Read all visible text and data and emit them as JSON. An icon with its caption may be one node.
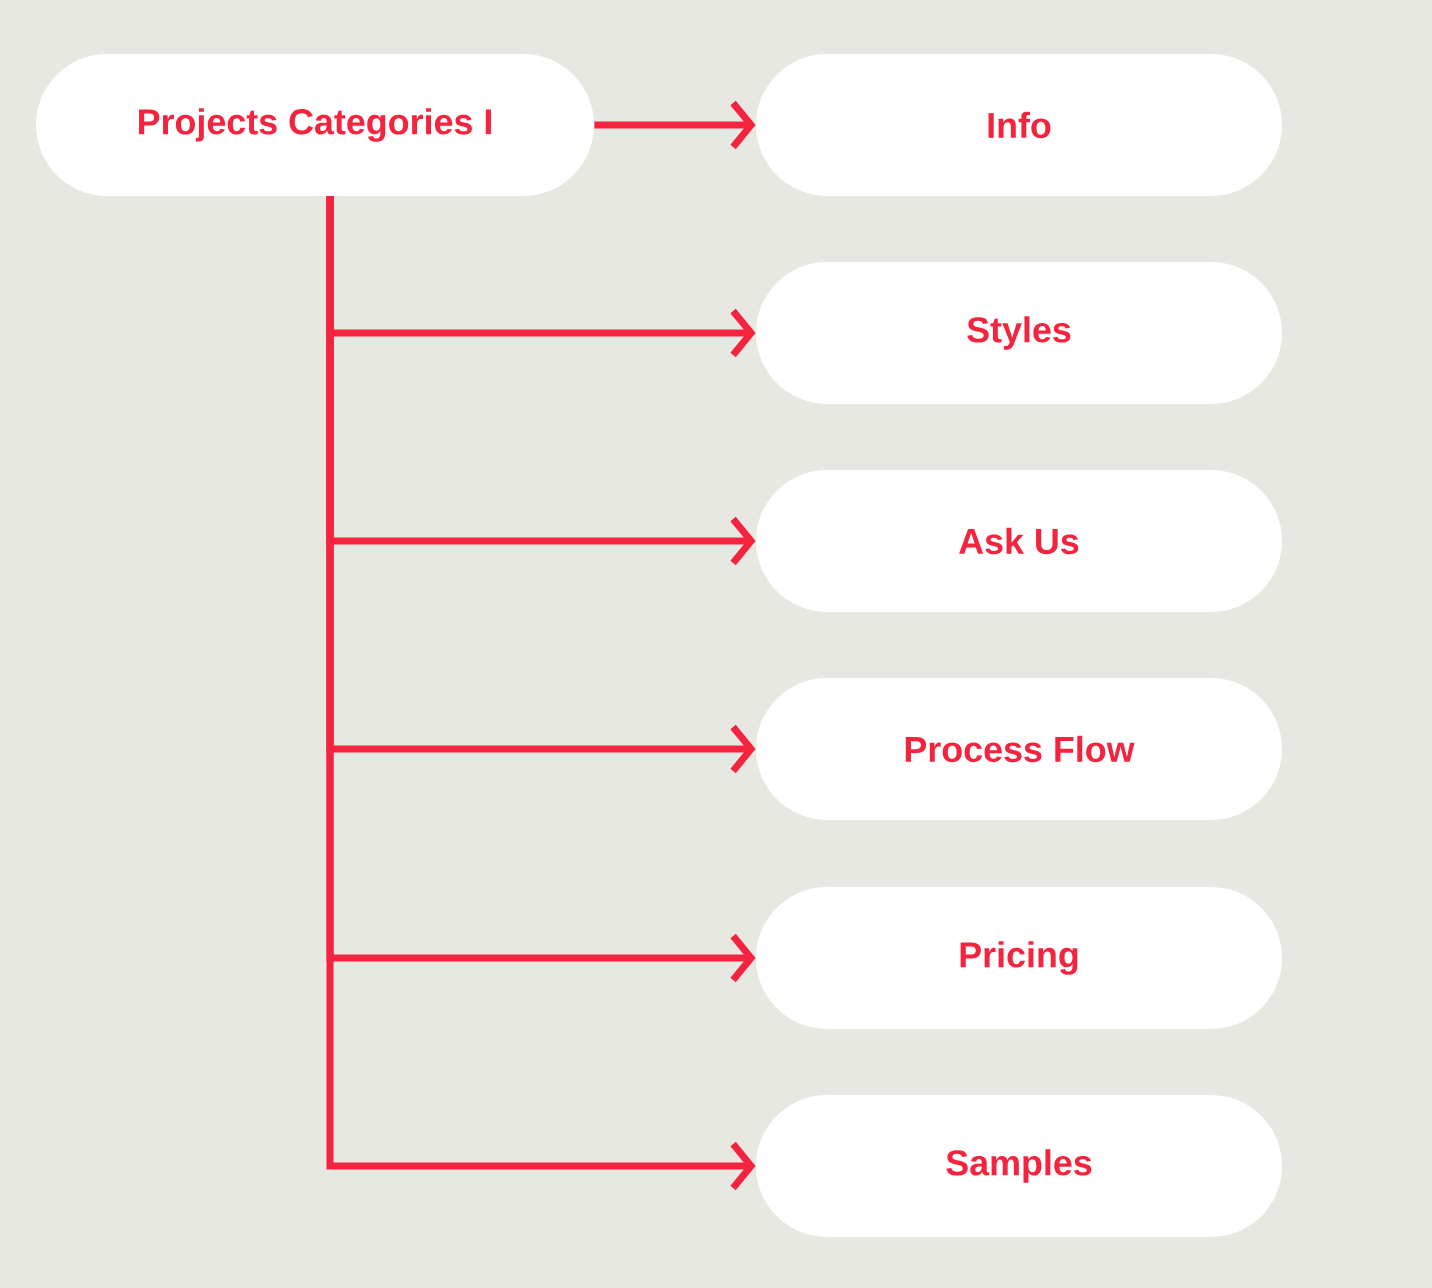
{
  "diagram": {
    "nodes": [
      {
        "text": [
          "Projects Categories I"
        ]
      },
      {
        "text": [
          "Info"
        ]
      },
      {
        "text": [
          "Styles"
        ]
      },
      {
        "text": [
          "Ask Us"
        ]
      },
      {
        "text": [
          "Process Flow"
        ]
      },
      {
        "text": [
          "Pricing"
        ]
      },
      {
        "text": [
          "Samples"
        ]
      }
    ],
    "edges": [
      {
        "from": 0,
        "to": 1,
        "arrow": "to"
      },
      {
        "from": 0,
        "to": 2,
        "arrow": "to"
      },
      {
        "from": 0,
        "to": 3,
        "arrow": "to"
      },
      {
        "from": 0,
        "to": 4,
        "arrow": "to"
      },
      {
        "from": 0,
        "to": 5,
        "arrow": "to"
      },
      {
        "from": 0,
        "to": 6,
        "arrow": "to"
      }
    ]
  }
}
